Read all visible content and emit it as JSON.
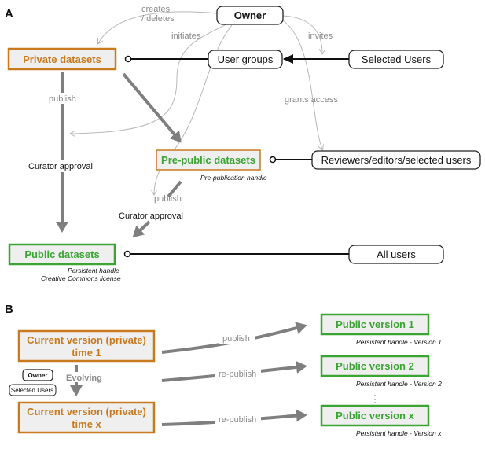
{
  "panel_a": {
    "letter": "A",
    "owner": "Owner",
    "private_datasets": "Private datasets",
    "prepublic_datasets": "Pre-public datasets",
    "prepublic_note": "Pre-publication handle",
    "public_datasets": "Public datasets",
    "public_note_1": "Persistent handle",
    "public_note_2": "Creative Commons license",
    "user_groups": "User groups",
    "selected_users": "Selected Users",
    "reviewers": "Reviewers/editors/selected users",
    "all_users": "All users",
    "creates_1": "creates",
    "creates_2": "/ deletes",
    "initiates": "initiates",
    "invites": "invites",
    "grants_access": "grants access",
    "publish_1": "publish",
    "curator_approval_1": "Curator approval",
    "publish_2": "publish",
    "curator_approval_2": "Curator approval"
  },
  "panel_b": {
    "letter": "B",
    "current_1_line1": "Current version (private)",
    "current_1_line2": "time 1",
    "current_x_line1": "Current version (private)",
    "current_x_line2": "time x",
    "public_v1": "Public version 1",
    "public_v2": "Public version 2",
    "public_vx": "Public version x",
    "note_v1": "Persistent handle - Version 1",
    "note_v2": "Persistent handle - Version 2",
    "note_vx": "Persistent handle - Version x",
    "publish": "publish",
    "republish_1": "re-publish",
    "republish_2": "re-publish",
    "evolving": "Evolving",
    "owner": "Owner",
    "selected_users": "Selected Users",
    "dots": "⋮"
  },
  "colors": {
    "orange": "#c97a1e",
    "green": "#3aa532",
    "gray_arrow": "#7f7f7f",
    "thin_gray": "#b8b8b8"
  }
}
